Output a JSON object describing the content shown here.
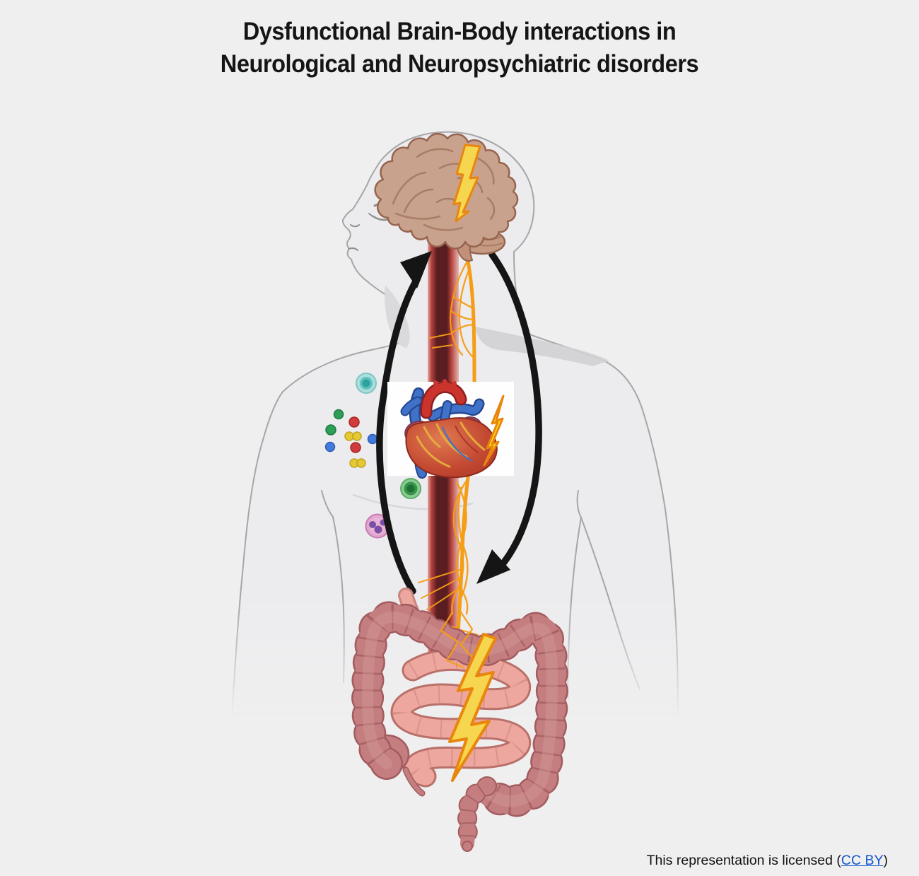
{
  "title": {
    "line1": "Dysfunctional Brain-Body interactions in",
    "line2": "Neurological and Neuropsychiatric disorders"
  },
  "footer": {
    "prefix": "This representation is licensed (",
    "link_label": "CC BY",
    "suffix": ")"
  },
  "palette": {
    "background": "#f0eff0",
    "body_fill": "#ececee",
    "body_outline": "#a6a6a8",
    "brain_fill": "#c9a28d",
    "brain_outline": "#96644e",
    "stripe_dark": "#5a1d22",
    "stripe_mid": "#b6423c",
    "stripe_light": "#e0aca8",
    "nerve_orange": "#f59d16",
    "bolt_fill": "#f7d64f",
    "bolt_stroke": "#e8860d",
    "heart_bolt_fill": "#ffe61a",
    "arrow_black": "#151515",
    "heart_red": "#cb342c",
    "heart_blue": "#3f72c8",
    "heart_atrium": "#a1526a",
    "colon_fill": "#c47e80",
    "colon_outline": "#a25b5e",
    "small_intestine_fill": "#eda79e",
    "small_intestine_outline": "#b9706a",
    "panel_white": "#fefefe",
    "link_blue": "#1155cc",
    "title_color": "#151515"
  },
  "organs": [
    {
      "name": "brain",
      "stressor_icon": "lightning-bolt-icon"
    },
    {
      "name": "heart",
      "stressor_icon": "lightning-bolt-icon"
    },
    {
      "name": "gut",
      "stressor_icon": "lightning-bolt-icon"
    }
  ],
  "pathways": [
    {
      "name": "ascending-body-to-brain-arrow",
      "color": "#151515"
    },
    {
      "name": "descending-brain-to-body-arrow",
      "color": "#151515"
    },
    {
      "name": "spinal-cord-pathway",
      "colors": [
        "#e0aca8",
        "#b6423c",
        "#5a1d22"
      ]
    },
    {
      "name": "vagus-nerve-pathway",
      "color": "#f59d16"
    }
  ],
  "molecules": {
    "cells": [
      {
        "name": "teal-immune-cell",
        "outer": "#aadedd",
        "mid": "#5fc0bd",
        "inner": "#2da19c"
      },
      {
        "name": "green-immune-cell",
        "outer": "#8ccb92",
        "mid": "#36944a",
        "inner": "#1e6f33"
      },
      {
        "name": "pink-immune-cell",
        "outer": "#e3a6d0",
        "nucleus": "#7b4fa3"
      }
    ],
    "dots": [
      {
        "name": "green-molecule",
        "color": "#2e9e57"
      },
      {
        "name": "red-molecule",
        "color": "#d23b3d"
      },
      {
        "name": "green-molecule",
        "color": "#2e9e57"
      },
      {
        "name": "yellow-molecule-pair",
        "color": "#e5c832"
      },
      {
        "name": "blue-molecule",
        "color": "#4379d8"
      },
      {
        "name": "blue-molecule",
        "color": "#4379d8"
      },
      {
        "name": "red-molecule",
        "color": "#d23b3d"
      },
      {
        "name": "yellow-molecule-pair",
        "color": "#e5c832"
      }
    ]
  }
}
